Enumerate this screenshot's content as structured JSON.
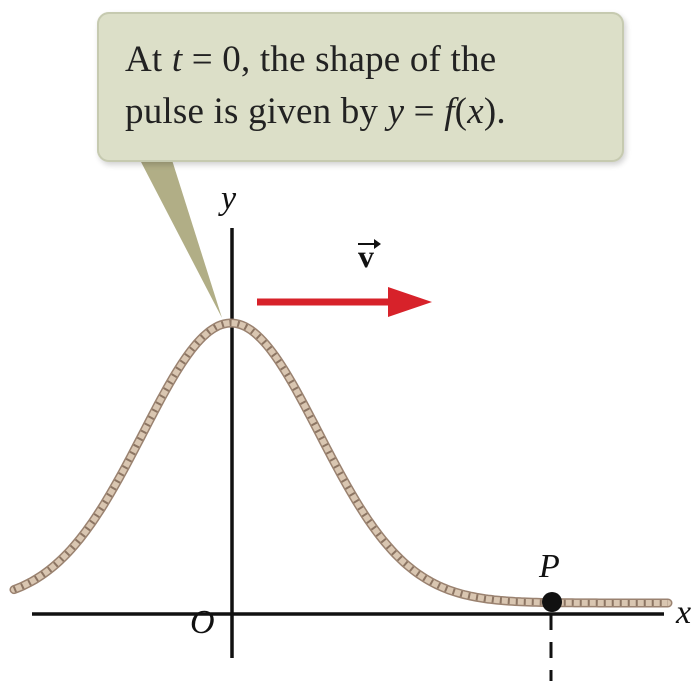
{
  "callout": {
    "line1_pre": "At ",
    "line1_var": "t",
    "line1_mid": " = 0,  the shape of the",
    "line2_pre": "pulse is given by ",
    "line2_var": "y",
    "line2_eq": " = ",
    "line2_func": "f",
    "line2_open": "(",
    "line2_arg": "x",
    "line2_close": ")."
  },
  "labels": {
    "y_axis": "y",
    "x_axis": "x",
    "origin": "O",
    "point": "P",
    "velocity": "v"
  },
  "colors": {
    "rope": "#c9b49e",
    "rope_dark": "#9a8270",
    "axis": "#111111",
    "arrow": "#d7222a",
    "callout_bg": "#dcdfc8",
    "pointer": "#b1ae86",
    "point": "#111111"
  }
}
